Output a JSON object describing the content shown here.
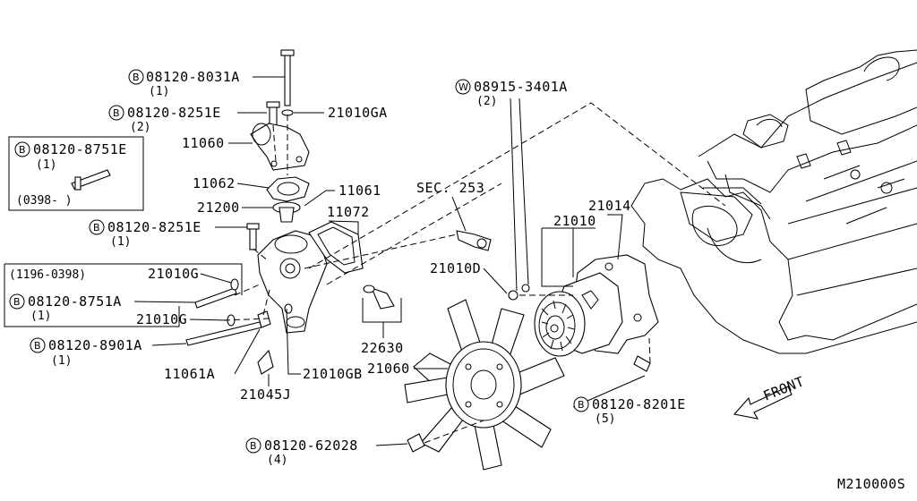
{
  "labels": {
    "b_8031a": "08120-8031A",
    "q_8031a": "(1)",
    "b_8251e_top": "08120-8251E",
    "q_8251e_top": "(2)",
    "p_21010ga": "21010GA",
    "p_11060": "11060",
    "box1_num": "08120-8751E",
    "box1_qty": "(1)",
    "box1_date": "(0398-     )",
    "p_11062": "11062",
    "p_11061": "11061",
    "p_21200": "21200",
    "p_11072": "11072",
    "b_8251e_mid": "08120-8251E",
    "q_8251e_mid": "(1)",
    "box2_date": "(1196-0398)",
    "p_21010g_1": "21010G",
    "box2_num": "08120-8751A",
    "box2_qty": "(1)",
    "p_21010g_2": "21010G",
    "b_8901a": "08120-8901A",
    "q_8901a": "(1)",
    "p_11061a": "11061A",
    "p_21010gb": "21010GB",
    "p_21045j": "21045J",
    "b_62028": "08120-62028",
    "q_62028": "(4)",
    "p_21060": "21060",
    "p_22630": "22630",
    "sec_253": "SEC. 253",
    "p_21010d": "21010D",
    "w_3401a": "08915-3401A",
    "q_3401a": "(2)",
    "p_21010": "21010",
    "p_21014": "21014",
    "b_8201e": "08120-8201E",
    "q_8201e": "(5)",
    "front": "FRONT",
    "diagram_code": "M210000S"
  },
  "prefix": {
    "bolt": "B",
    "washer": "W"
  }
}
